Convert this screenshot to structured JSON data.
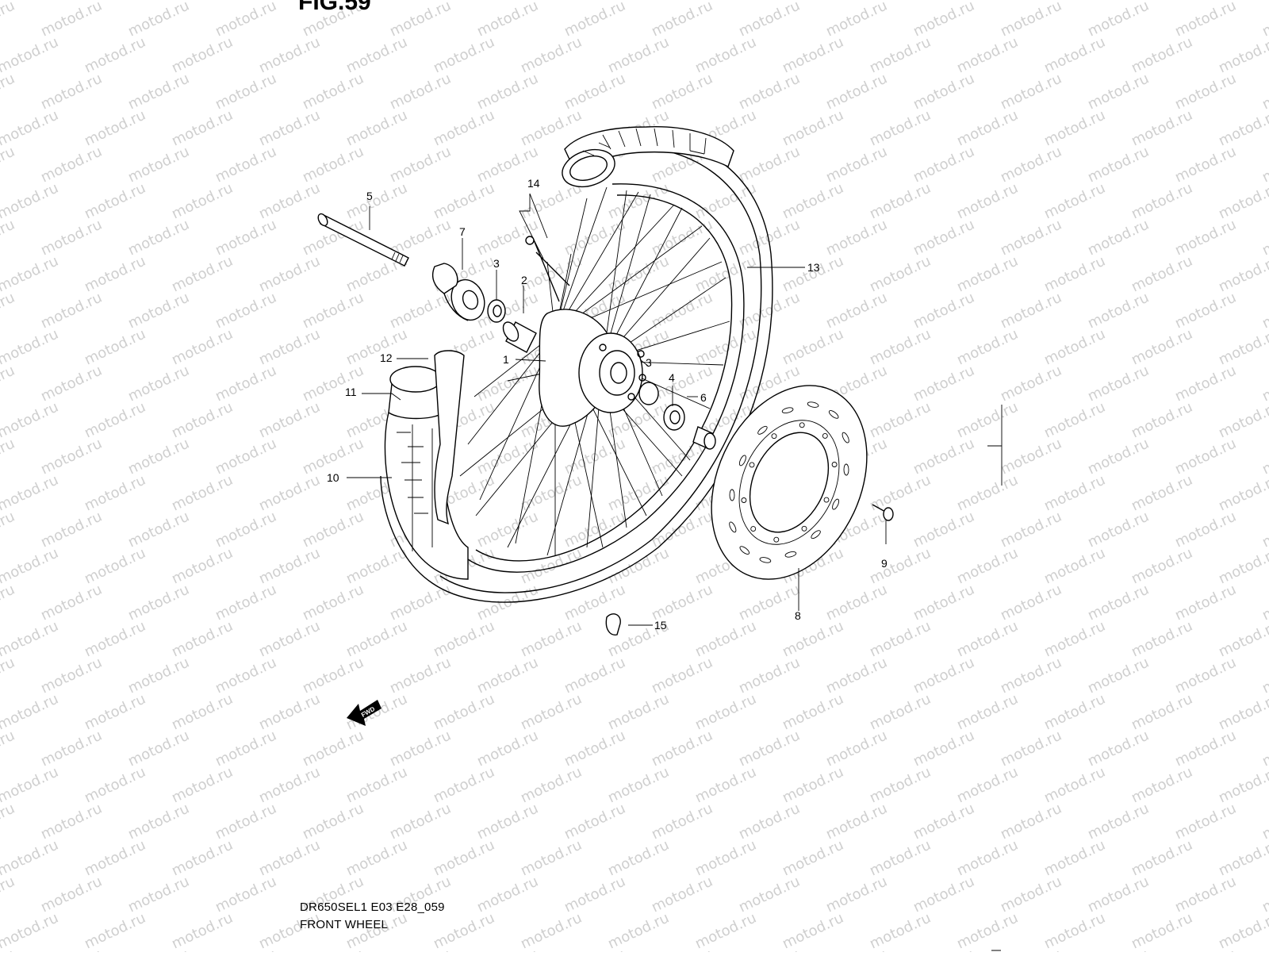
{
  "figure": {
    "title": "FIG.59",
    "model_code": "DR650SEL1 E03 E28_059",
    "name": "FRONT WHEEL"
  },
  "watermark": {
    "text": "motod.ru",
    "color": "#cfcfcf"
  },
  "fwd_arrow": {
    "label": "FWD"
  },
  "callouts": [
    {
      "id": "1",
      "label": "1"
    },
    {
      "id": "2",
      "label": "2"
    },
    {
      "id": "3a",
      "label": "3"
    },
    {
      "id": "3b",
      "label": "3"
    },
    {
      "id": "4",
      "label": "4"
    },
    {
      "id": "5",
      "label": "5"
    },
    {
      "id": "6",
      "label": "6"
    },
    {
      "id": "7",
      "label": "7"
    },
    {
      "id": "8",
      "label": "8"
    },
    {
      "id": "9",
      "label": "9"
    },
    {
      "id": "10",
      "label": "10"
    },
    {
      "id": "11",
      "label": "11"
    },
    {
      "id": "12",
      "label": "12"
    },
    {
      "id": "13",
      "label": "13"
    },
    {
      "id": "14",
      "label": "14"
    },
    {
      "id": "15",
      "label": "15"
    }
  ]
}
